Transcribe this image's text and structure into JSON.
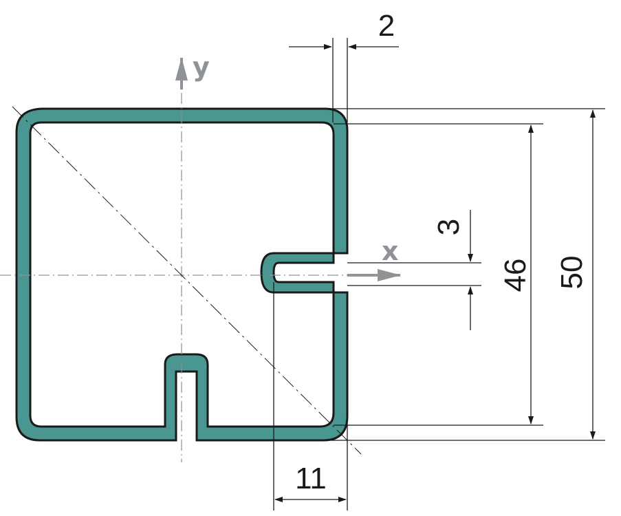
{
  "axes": {
    "x_label": "x",
    "y_label": "y"
  },
  "dimensions": {
    "wall_thickness": "2",
    "slot_width": "3",
    "inner_height": "46",
    "outer_height": "50",
    "slot_depth": "11"
  },
  "colors": {
    "profile_fill": "#4a9690",
    "outline": "#1a1a1a",
    "axis_gray": "#8f9398"
  }
}
